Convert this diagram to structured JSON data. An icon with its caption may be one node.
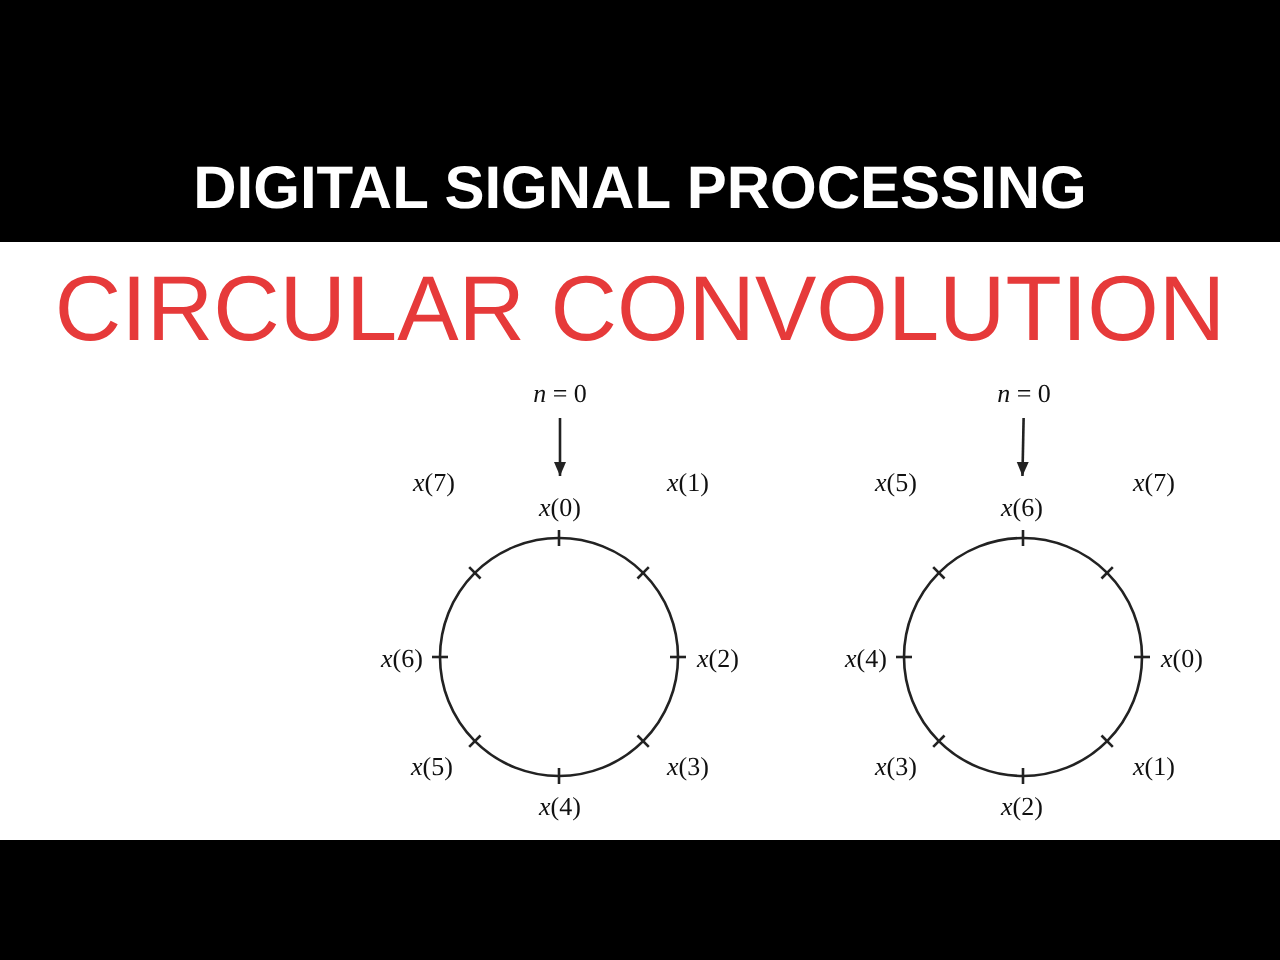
{
  "diagram": {
    "title": "CIRCULAR CONVOLUTION",
    "nodes": [
      {
        "text": [
          "*n* = 0"
        ]
      },
      {
        "text": [
          "*x*(0)"
        ]
      },
      {
        "text": [
          "*n* = 0"
        ]
      },
      {
        "text": [
          "*x*(6)"
        ]
      }
    ],
    "edges": [
      {
        "from": 0,
        "to": 1,
        "arrow": "to"
      },
      {
        "from": 2,
        "to": 3,
        "arrow": "to"
      }
    ],
    "labels": [
      "DIGITAL SIGNAL PROCESSING",
      "*x*(7)",
      "*x*(1)",
      "*x*(5)",
      "*x*(7)",
      "*x*(6)",
      "*x*(2)",
      "*x*(4)",
      "*x*(0)",
      "*x*(5)",
      "*x*(3)",
      "*x*(3)",
      "*x*(1)",
      "*x*(4)",
      "*x*(2)"
    ]
  }
}
